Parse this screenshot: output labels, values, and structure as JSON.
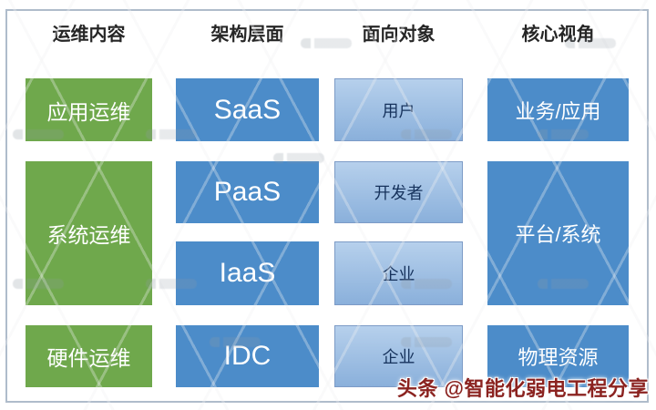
{
  "diagram": {
    "columns": [
      {
        "header": "运维内容",
        "boxes": [
          {
            "label": "应用运维"
          },
          {
            "label": "系统运维"
          },
          {
            "label": "硬件运维"
          }
        ]
      },
      {
        "header": "架构层面",
        "boxes": [
          {
            "label": "SaaS"
          },
          {
            "label": "PaaS"
          },
          {
            "label": "IaaS"
          },
          {
            "label": "IDC"
          }
        ]
      },
      {
        "header": "面向对象",
        "boxes": [
          {
            "label": "用户"
          },
          {
            "label": "开发者"
          },
          {
            "label": "企业"
          },
          {
            "label": "企业"
          }
        ]
      },
      {
        "header": "核心视角",
        "boxes": [
          {
            "label": "业务/应用"
          },
          {
            "label": "平台/系统"
          },
          {
            "label": "物理资源"
          }
        ]
      }
    ]
  },
  "attribution": {
    "text": "头条 @智能化弱电工程分享"
  },
  "colors": {
    "green": "#6FA84C",
    "blue": "#4C8CC9",
    "light_blue_top": "#B6D0EC",
    "light_blue_bottom": "#8AB0DB",
    "light_blue_border": "#7C9BC6",
    "frame_border": "#AFBCCB",
    "header_text": "#262626",
    "light_box_text": "#16325C",
    "attribution_red": "#8B2320"
  }
}
